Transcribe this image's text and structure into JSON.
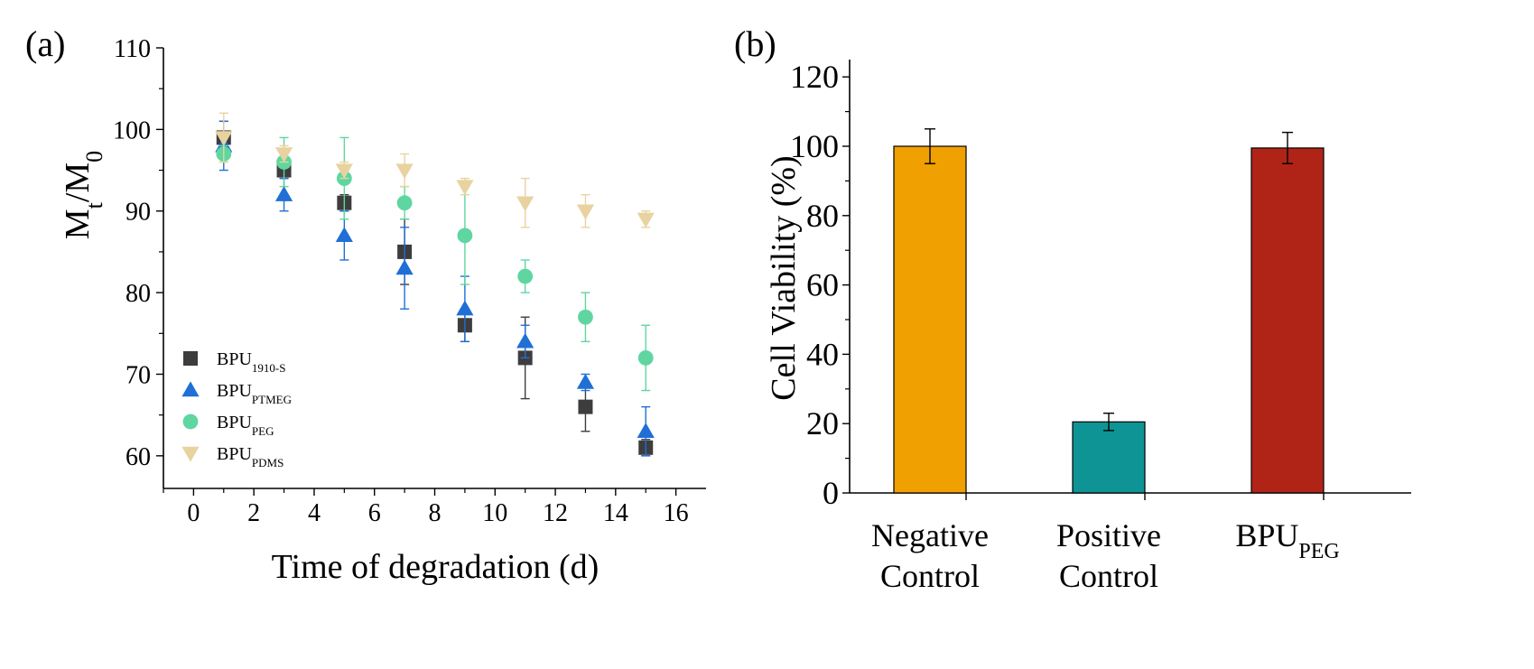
{
  "chart_data": [
    {
      "type": "scatter",
      "panel_label": "(a)",
      "xlabel": "Time of degradation (d)",
      "ylabel": {
        "main": "M",
        "sub1": "t",
        "mid": "/M",
        "sub2": "0"
      },
      "xlim": [
        -1,
        17
      ],
      "ylim": [
        56,
        110
      ],
      "xticks": [
        0,
        2,
        4,
        6,
        8,
        10,
        12,
        14,
        16
      ],
      "yticks": [
        60,
        70,
        80,
        90,
        100,
        110
      ],
      "legend_position": "bottom-left",
      "series": [
        {
          "name": "BPU",
          "name_sub": "1910-S",
          "marker": "square",
          "color": "#3d3d3d",
          "points": [
            {
              "x": 1,
              "y": 99,
              "err": 2
            },
            {
              "x": 3,
              "y": 95,
              "err": 1
            },
            {
              "x": 5,
              "y": 91,
              "err": 1
            },
            {
              "x": 7,
              "y": 85,
              "err": 4
            },
            {
              "x": 9,
              "y": 76,
              "err": 2
            },
            {
              "x": 11,
              "y": 72,
              "err": 5
            },
            {
              "x": 13,
              "y": 66,
              "err": 3
            },
            {
              "x": 15,
              "y": 61,
              "err": 1
            }
          ]
        },
        {
          "name": "BPU",
          "name_sub": "PTMEG",
          "marker": "triangle-up",
          "color": "#1f6fd6",
          "points": [
            {
              "x": 1,
              "y": 98,
              "err": 3
            },
            {
              "x": 3,
              "y": 92,
              "err": 2
            },
            {
              "x": 5,
              "y": 87,
              "err": 3
            },
            {
              "x": 7,
              "y": 83,
              "err": 5
            },
            {
              "x": 9,
              "y": 78,
              "err": 4
            },
            {
              "x": 11,
              "y": 74,
              "err": 2
            },
            {
              "x": 13,
              "y": 69,
              "err": 1
            },
            {
              "x": 15,
              "y": 63,
              "err": 3
            }
          ]
        },
        {
          "name": "BPU",
          "name_sub": "PEG",
          "marker": "circle",
          "color": "#5fd6a0",
          "points": [
            {
              "x": 1,
              "y": 97,
              "err": 1
            },
            {
              "x": 3,
              "y": 96,
              "err": 3
            },
            {
              "x": 5,
              "y": 94,
              "err": 5
            },
            {
              "x": 7,
              "y": 91,
              "err": 2
            },
            {
              "x": 9,
              "y": 87,
              "err": 6
            },
            {
              "x": 11,
              "y": 82,
              "err": 2
            },
            {
              "x": 13,
              "y": 77,
              "err": 3
            },
            {
              "x": 15,
              "y": 72,
              "err": 4
            }
          ]
        },
        {
          "name": "BPU",
          "name_sub": "PDMS",
          "marker": "triangle-down",
          "color": "#e8d3a0",
          "points": [
            {
              "x": 1,
              "y": 99,
              "err": 3
            },
            {
              "x": 3,
              "y": 97,
              "err": 1
            },
            {
              "x": 5,
              "y": 95,
              "err": 1
            },
            {
              "x": 7,
              "y": 95,
              "err": 2
            },
            {
              "x": 9,
              "y": 93,
              "err": 1
            },
            {
              "x": 11,
              "y": 91,
              "err": 3
            },
            {
              "x": 13,
              "y": 90,
              "err": 2
            },
            {
              "x": 15,
              "y": 89,
              "err": 1
            }
          ]
        }
      ]
    },
    {
      "type": "bar",
      "panel_label": "(b)",
      "ylabel": "Cell Viability (%)",
      "ylim": [
        0,
        125
      ],
      "yticks": [
        0,
        20,
        40,
        60,
        80,
        100,
        120
      ],
      "categories": [
        {
          "line1": "Negative",
          "line2": "Control",
          "color": "#f0a000",
          "value": 100,
          "err": 5
        },
        {
          "line1": "Positive",
          "line2": "Control",
          "color": "#0e9494",
          "value": 20.5,
          "err": 2.5
        },
        {
          "line1": "BPU",
          "line1_sub": "PEG",
          "line2": "",
          "color": "#b02418",
          "value": 99.5,
          "err": 4.5
        }
      ]
    }
  ]
}
